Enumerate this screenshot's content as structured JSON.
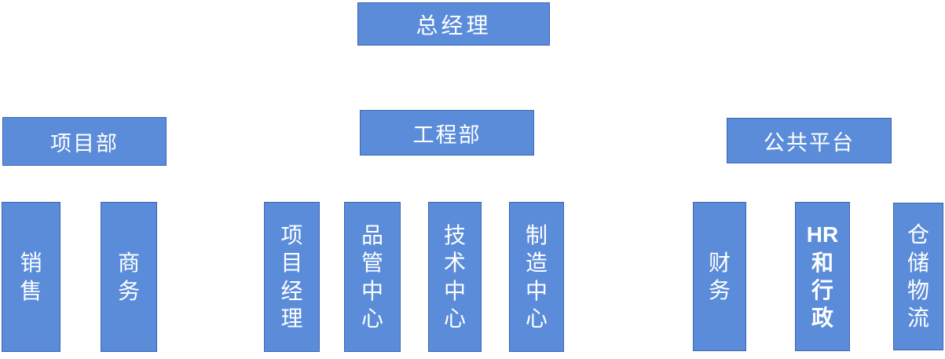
{
  "org_chart": {
    "title": "company-organization-chart",
    "colors": {
      "box_fill": "#5B8CD9",
      "box_border": "#3A66B0",
      "text": "#FFFFFF",
      "background": "#FFFFFF"
    },
    "root": {
      "label": "总经理"
    },
    "departments": [
      {
        "label": "项目部"
      },
      {
        "label": "工程部"
      },
      {
        "label": "公共平台"
      }
    ],
    "units": [
      {
        "label": "销售",
        "parent": "项目部"
      },
      {
        "label": "商务",
        "parent": "项目部"
      },
      {
        "label": "项目经理",
        "parent": "工程部"
      },
      {
        "label": "品管中心",
        "parent": "工程部"
      },
      {
        "label": "技术中心",
        "parent": "工程部"
      },
      {
        "label": "制造中心",
        "parent": "工程部"
      },
      {
        "label": "财务",
        "parent": "公共平台"
      },
      {
        "label": "HR和行政",
        "parent": "公共平台"
      },
      {
        "label": "仓储物流",
        "parent": "公共平台"
      }
    ]
  }
}
